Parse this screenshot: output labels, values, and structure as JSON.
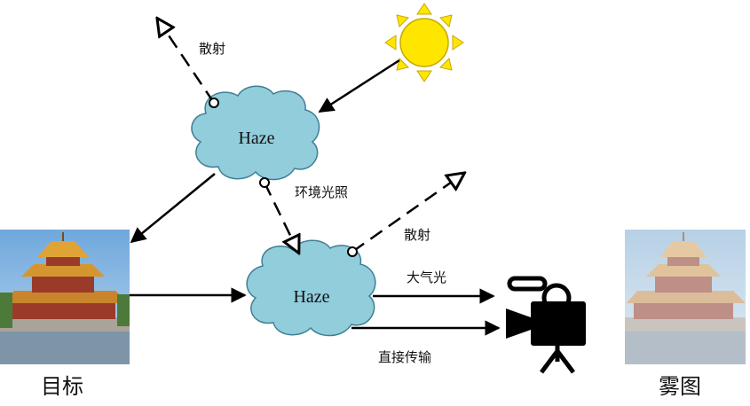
{
  "labels": {
    "scatter_top": "散射",
    "haze_top": "Haze",
    "ambient_light": "环境光照",
    "scatter_mid": "散射",
    "haze_bottom": "Haze",
    "airlight": "大气光",
    "direct_transmission": "直接传输",
    "target": "目标",
    "hazy_image": "雾图"
  },
  "colors": {
    "haze_fill": "#92cddc",
    "haze_stroke": "#3f7f93",
    "sun_fill": "#ffe600",
    "sun_stroke": "#c8a800",
    "arrow": "#000000",
    "sky": "#7fb3e0",
    "roof": "#c9852c",
    "wall": "#9a3b2a"
  },
  "icons": {
    "sun": "sun-icon",
    "camera": "video-camera-icon",
    "target_photo": "forbidden-city-corner-tower-image",
    "hazy_photo": "hazy-forbidden-city-image"
  }
}
